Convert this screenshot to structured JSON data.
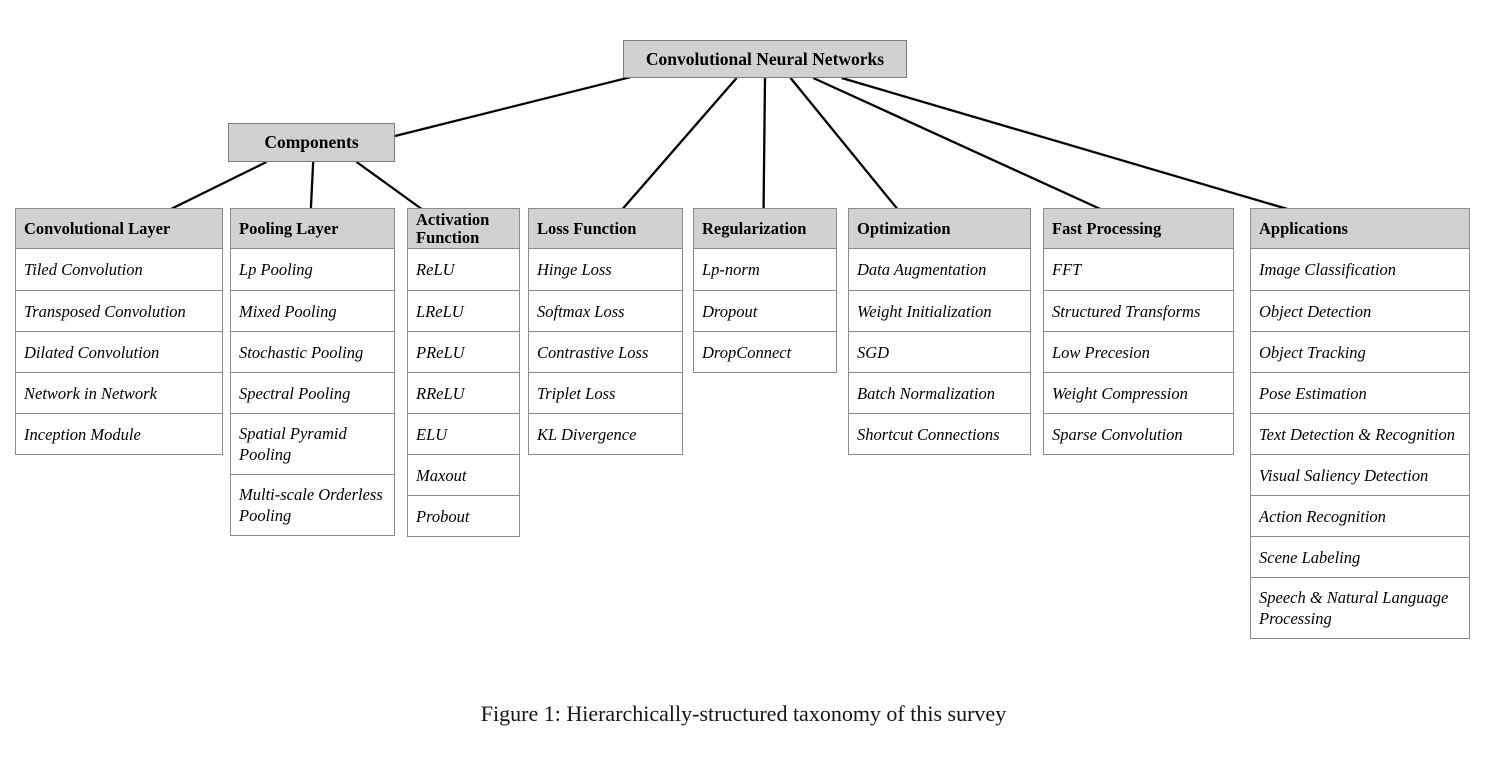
{
  "figure": {
    "root": {
      "label": "Convolutional Neural Networks"
    },
    "components_node": {
      "label": "Components"
    },
    "columns": [
      {
        "id": "convolutional-layer",
        "header": "Convolutional Layer",
        "items": [
          "Tiled Convolution",
          "Transposed Convolution",
          "Dilated Convolution",
          "Network in Network",
          "Inception Module"
        ]
      },
      {
        "id": "pooling-layer",
        "header": "Pooling Layer",
        "items": [
          "Lp Pooling",
          "Mixed Pooling",
          "Stochastic Pooling",
          "Spectral Pooling",
          "Spatial Pyramid Pooling",
          "Multi-scale Orderless Pooling"
        ]
      },
      {
        "id": "activation-function",
        "header": "Activation Function",
        "items": [
          "ReLU",
          "LReLU",
          "PReLU",
          "RReLU",
          "ELU",
          "Maxout",
          "Probout"
        ]
      },
      {
        "id": "loss-function",
        "header": "Loss Function",
        "items": [
          "Hinge Loss",
          "Softmax Loss",
          "Contrastive Loss",
          "Triplet Loss",
          "KL Divergence"
        ]
      },
      {
        "id": "regularization",
        "header": "Regularization",
        "items": [
          "Lp-norm",
          "Dropout",
          "DropConnect"
        ]
      },
      {
        "id": "optimization",
        "header": "Optimization",
        "items": [
          "Data Augmentation",
          "Weight Initialization",
          "SGD",
          "Batch Normalization",
          "Shortcut Connections"
        ]
      },
      {
        "id": "fast-processing",
        "header": "Fast Processing",
        "items": [
          "FFT",
          "Structured Transforms",
          "Low Precesion",
          "Weight Compression",
          "Sparse Convolution"
        ]
      },
      {
        "id": "applications",
        "header": "Applications",
        "items": [
          "Image Classification",
          "Object Detection",
          "Object Tracking",
          "Pose Estimation",
          "Text Detection & Recognition",
          "Visual Saliency Detection",
          "Action Recognition",
          "Scene Labeling",
          "Speech & Natural Language Processing"
        ]
      }
    ],
    "hierarchy": [
      {
        "parent": "Convolutional Neural Networks",
        "children": [
          "Components",
          "Loss Function",
          "Regularization",
          "Optimization",
          "Fast Processing",
          "Applications"
        ]
      },
      {
        "parent": "Components",
        "children": [
          "Convolutional Layer",
          "Pooling Layer",
          "Activation Function"
        ]
      }
    ],
    "caption": "Figure 1: Hierarchically-structured taxonomy of this survey"
  },
  "colors": {
    "node_fill": "#d1d1d1",
    "node_border": "#7d7d7d",
    "table_border": "#8b8b8b",
    "connector": "#000000",
    "background": "#ffffff",
    "text": "#000000"
  }
}
